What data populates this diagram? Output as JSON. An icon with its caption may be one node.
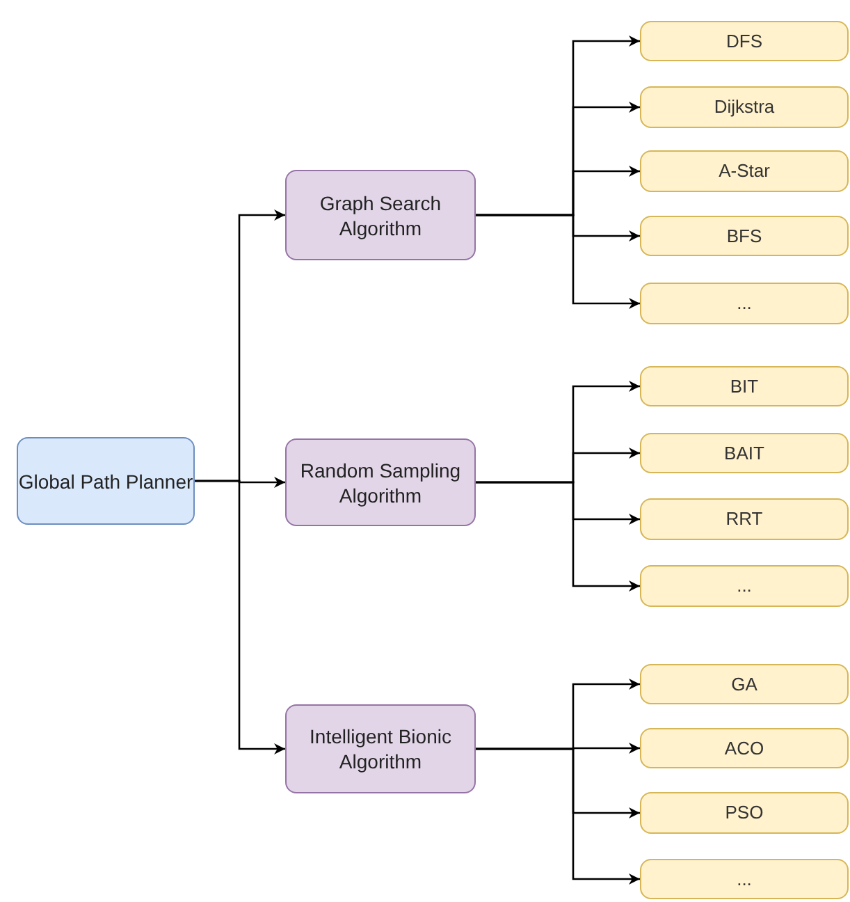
{
  "diagram": {
    "nodes": [
      {
        "text": [
          "Global Path Planner"
        ]
      },
      {
        "text": [
          "Graph Search Algorithm"
        ]
      },
      {
        "text": [
          "DFS"
        ]
      },
      {
        "text": [
          "Dijkstra"
        ]
      },
      {
        "text": [
          "A-Star"
        ]
      },
      {
        "text": [
          "BFS"
        ]
      },
      {
        "text": [
          "..."
        ]
      },
      {
        "text": [
          "Random Sampling Algorithm"
        ]
      },
      {
        "text": [
          "BIT"
        ]
      },
      {
        "text": [
          "BAIT"
        ]
      },
      {
        "text": [
          "RRT"
        ]
      },
      {
        "text": [
          "..."
        ]
      },
      {
        "text": [
          "Intelligent Bionic Algorithm"
        ]
      },
      {
        "text": [
          "GA"
        ]
      },
      {
        "text": [
          "ACO"
        ]
      },
      {
        "text": [
          "PSO"
        ]
      },
      {
        "text": [
          "..."
        ]
      }
    ],
    "edges": [
      {
        "from": 0,
        "to": 1,
        "arrow": "to"
      },
      {
        "from": 0,
        "to": 7,
        "arrow": "to"
      },
      {
        "from": 0,
        "to": 12,
        "arrow": "to"
      },
      {
        "from": 1,
        "to": 2,
        "arrow": "to"
      },
      {
        "from": 1,
        "to": 3,
        "arrow": "to"
      },
      {
        "from": 1,
        "to": 4,
        "arrow": "to"
      },
      {
        "from": 1,
        "to": 5,
        "arrow": "to"
      },
      {
        "from": 1,
        "to": 6,
        "arrow": "to"
      },
      {
        "from": 7,
        "to": 8,
        "arrow": "to"
      },
      {
        "from": 7,
        "to": 9,
        "arrow": "to"
      },
      {
        "from": 7,
        "to": 10,
        "arrow": "to"
      },
      {
        "from": 7,
        "to": 11,
        "arrow": "to"
      },
      {
        "from": 12,
        "to": 13,
        "arrow": "to"
      },
      {
        "from": 12,
        "to": 14,
        "arrow": "to"
      },
      {
        "from": 12,
        "to": 15,
        "arrow": "to"
      },
      {
        "from": 12,
        "to": 16,
        "arrow": "to"
      }
    ]
  }
}
